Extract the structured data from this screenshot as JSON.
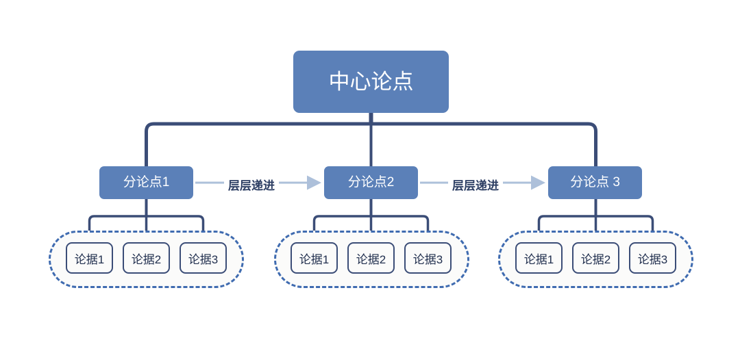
{
  "diagram": {
    "title_node": {
      "label": "中心论点"
    },
    "branches": [
      {
        "label": "分论点1"
      },
      {
        "label": "分论点2"
      },
      {
        "label": "分论点 3"
      }
    ],
    "connector_labels": [
      {
        "label": "层层递进"
      },
      {
        "label": "层层递进"
      }
    ],
    "leaf_groups": [
      {
        "leaves": [
          {
            "label": "论据1"
          },
          {
            "label": "论据2"
          },
          {
            "label": "论据3"
          }
        ]
      },
      {
        "leaves": [
          {
            "label": "论据1"
          },
          {
            "label": "论据2"
          },
          {
            "label": "论据3"
          }
        ]
      },
      {
        "leaves": [
          {
            "label": "论据1"
          },
          {
            "label": "论据2"
          },
          {
            "label": "论据3"
          }
        ]
      }
    ],
    "colors": {
      "node_fill": "#5b80b8",
      "node_text": "#ffffff",
      "bus_line": "#3b4d77",
      "leaf_border": "#3b4d77",
      "leaf_fill": "#fbfbfa",
      "leaf_text": "#22304f",
      "group_dash": "#3f6bb0",
      "arrow": "#adc0da",
      "background": "#ffffff"
    }
  }
}
